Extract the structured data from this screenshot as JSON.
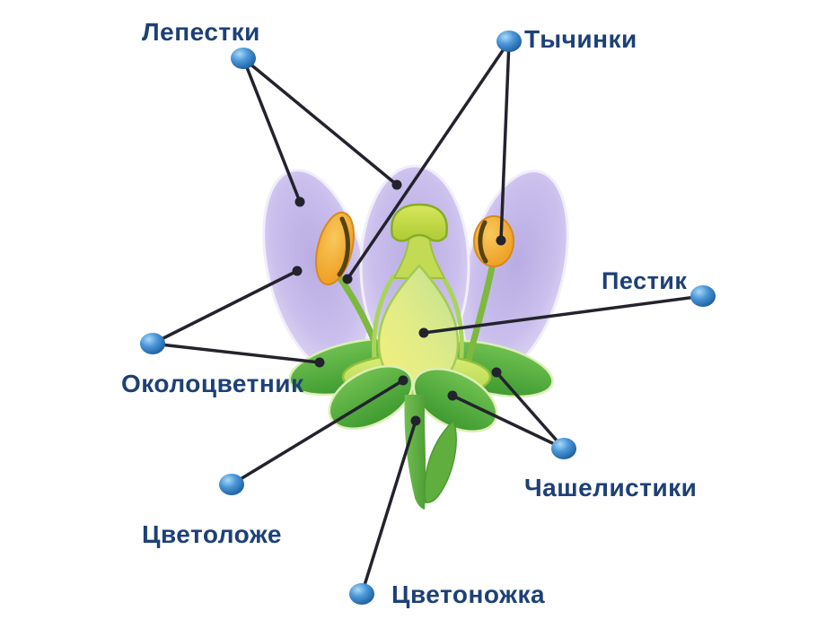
{
  "labels": {
    "petals": "Лепестки",
    "stamens": "Тычинки",
    "pistil": "Пестик",
    "perianth": "Околоцветник",
    "sepals": "Чашелистики",
    "receptacle": "Цветоложе",
    "pedicel": "Цветоножка"
  },
  "colors": {
    "label_text": "#1d4077",
    "pointer_line": "#23232e",
    "pointer_dot_blue": "#3584cd",
    "petal_lavender": "#c6bbe9",
    "anther_orange": "#f0a030",
    "filament_green": "#7cb93e",
    "pistil_yellow_green": "#dce97c",
    "stigma_green": "#c8dc4a",
    "sepal_green": "#4ba33a",
    "stem_green": "#5fae3e",
    "background": "#ffffff"
  }
}
